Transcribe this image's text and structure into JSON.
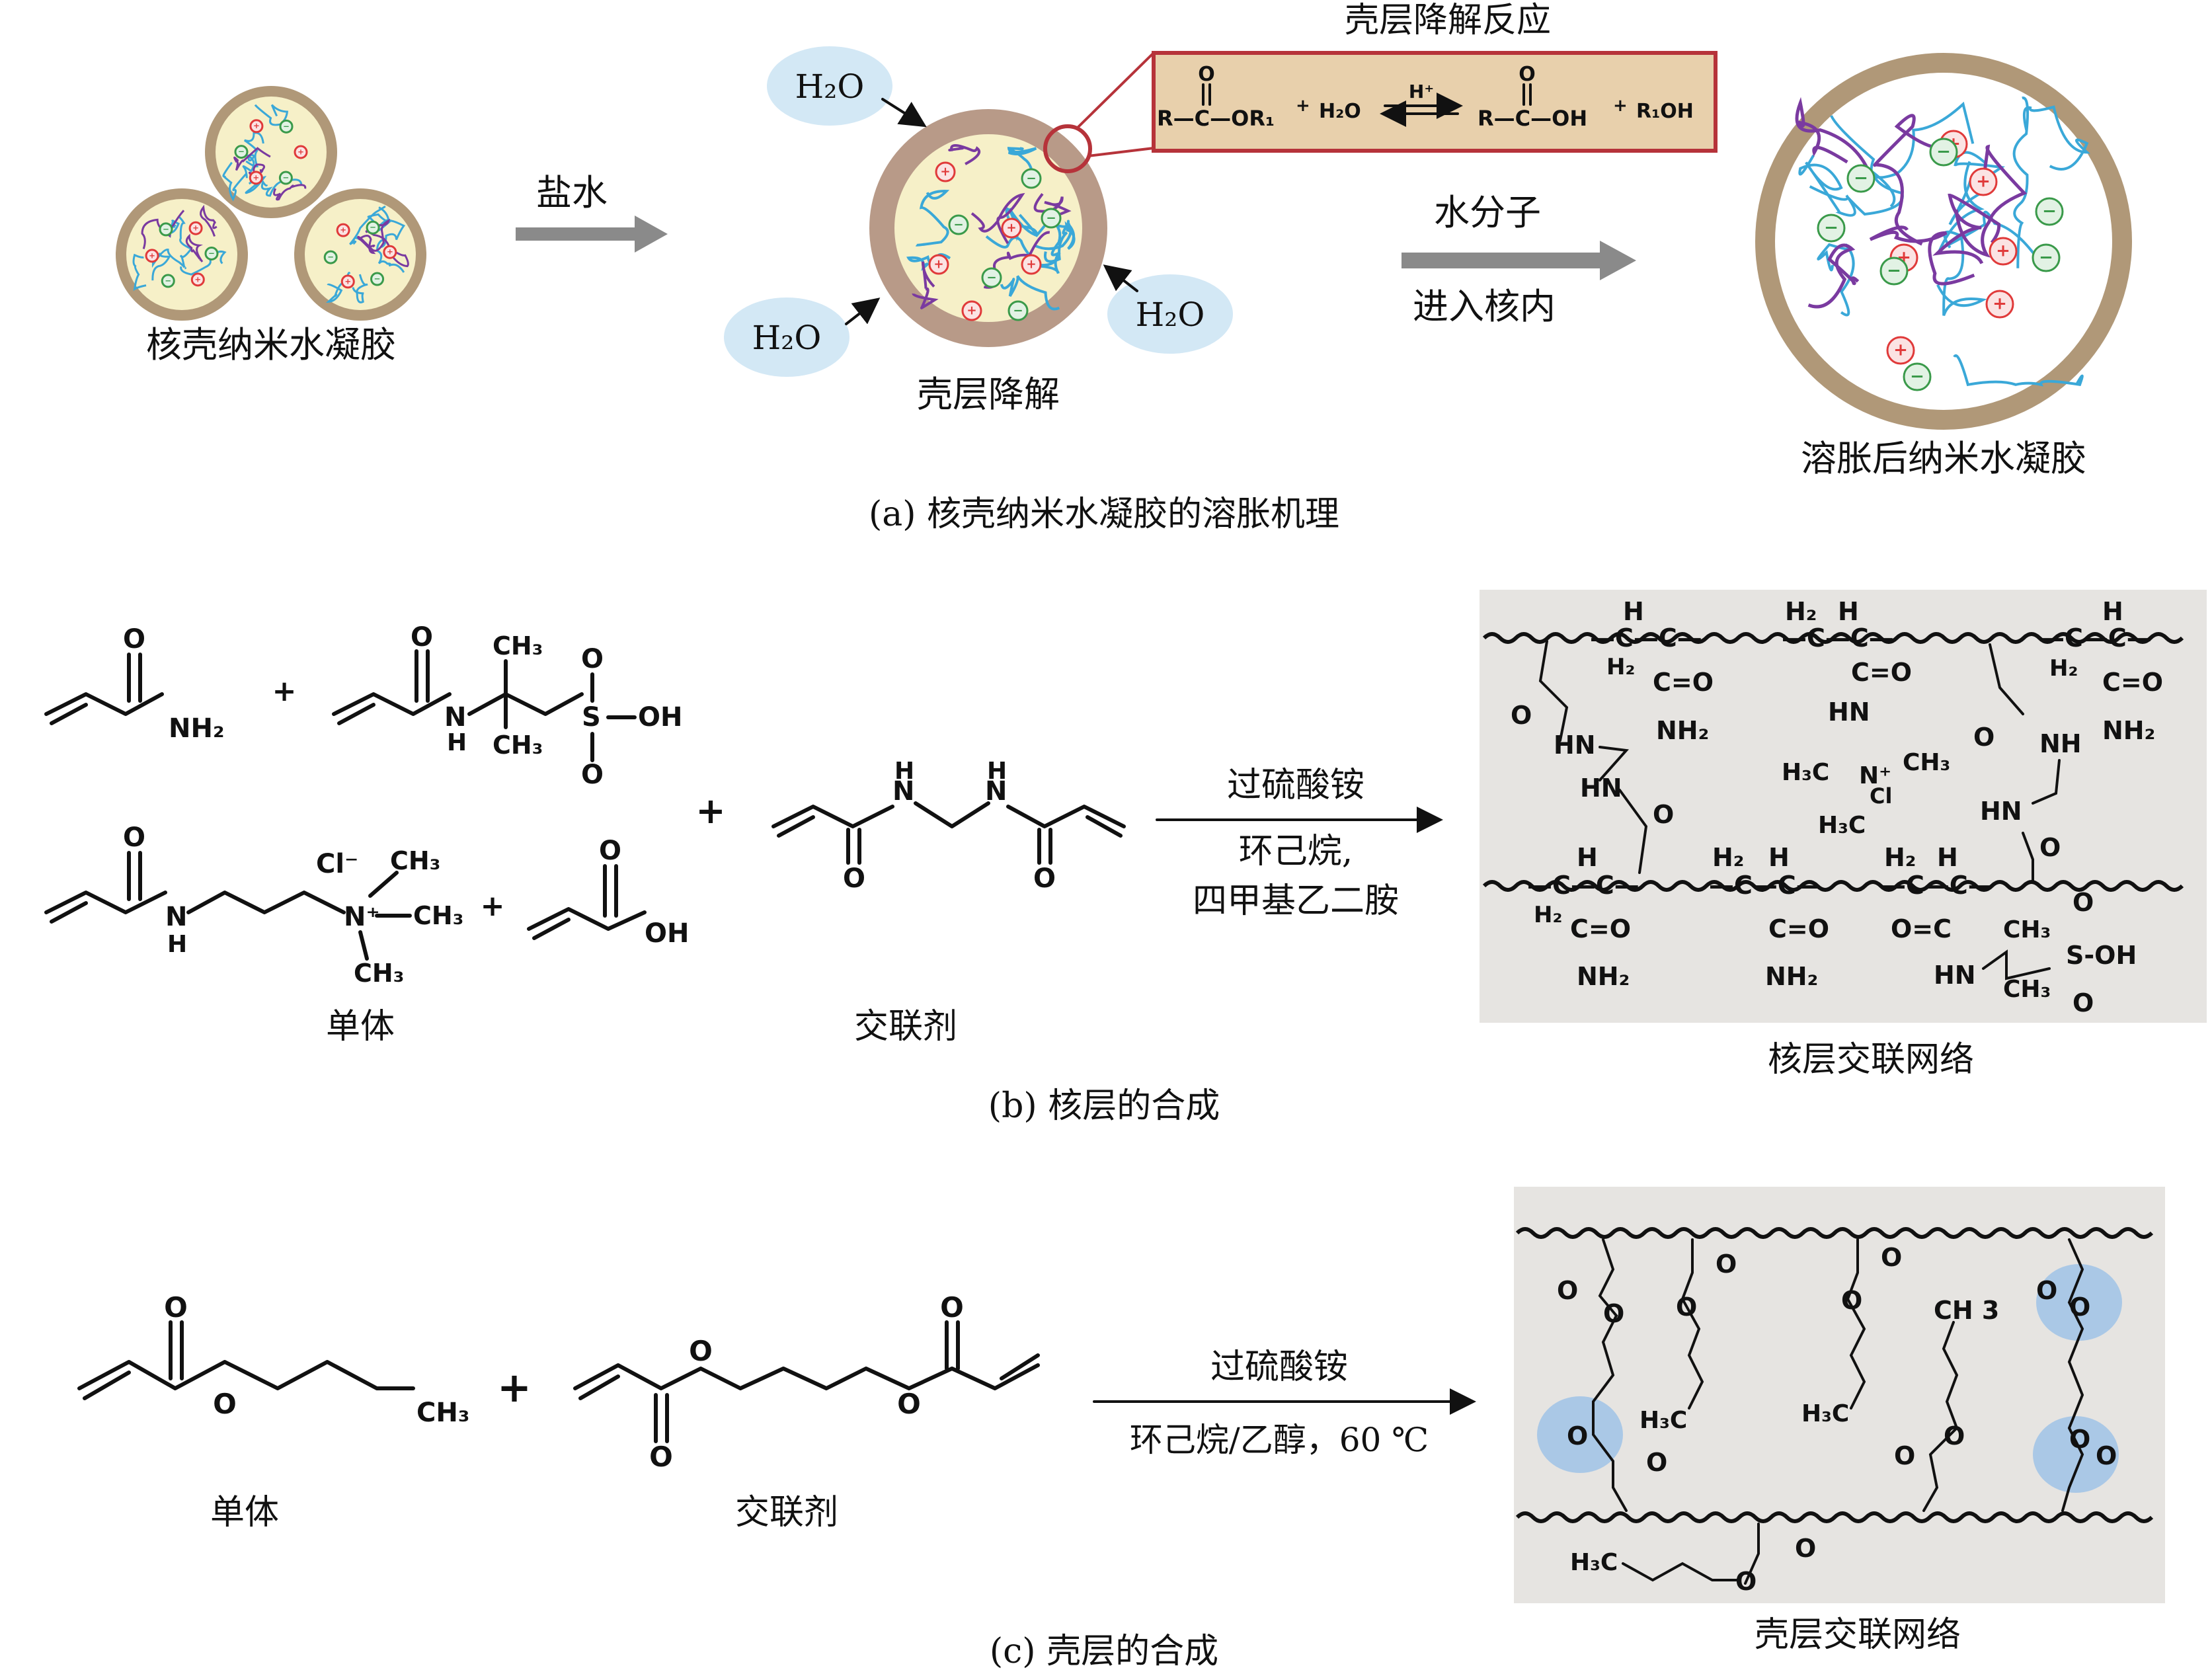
{
  "panel_a": {
    "caption": "(a) 核壳纳米水凝胶的溶胀机理",
    "core_shell_label": "核壳纳米水凝胶",
    "arrow1_label": "盐水",
    "water_labels": [
      "H₂O",
      "H₂O",
      "H₂O"
    ],
    "degradation_label": "壳层降解",
    "reaction_title": "壳层降解反应",
    "reaction": {
      "reactant1": "R—C—OR₁",
      "plus1": "+",
      "water": "H₂O",
      "catalyst": "H⁺",
      "product1": "R—C—OH",
      "plus2": "+",
      "product2": "R₁OH",
      "carbonyl_o": "O"
    },
    "arrow2_label_top": "水分子",
    "arrow2_label_bottom": "进入核内",
    "swollen_label": "溶胀后纳米水凝胶"
  },
  "panel_b": {
    "caption": "(b) 核层的合成",
    "monomer_label": "单体",
    "crosslinker_label": "交联剂",
    "plus": "+",
    "arrow_top": "过硫酸铵",
    "arrow_bottom_line1": "环己烷,",
    "arrow_bottom_line2": "四甲基乙二胺",
    "network_label": "核层交联网络",
    "atoms": {
      "O": "O",
      "NH2": "NH₂",
      "N": "N",
      "H": "H",
      "CH3": "CH₃",
      "S": "S",
      "OH": "OH",
      "Cl": "Cl⁻",
      "Nplus": "N⁺",
      "H3C": "H₃C",
      "HN": "HN",
      "NH": "NH",
      "C": "C",
      "H2": "H₂",
      "CO": "C=O",
      "OC": "O=C",
      "CH": "—C—C—",
      "SOH": "S-OH",
      "Clr": "Cl"
    }
  },
  "panel_c": {
    "caption": "(c) 壳层的合成",
    "monomer_label": "单体",
    "crosslinker_label": "交联剂",
    "plus": "+",
    "arrow_top": "过硫酸铵",
    "arrow_bottom": "环己烷/乙醇，60 ℃",
    "network_label": "壳层交联网络",
    "atoms": {
      "O": "O",
      "CH3": "CH₃",
      "H3C": "H₃C",
      "CH3s": "CH 3"
    }
  },
  "colors": {
    "shell": "#b09878",
    "core_fill": "#f6f0c8",
    "water_bubble": "#d3e8f5",
    "reaction_box_fill": "#e8d0ac",
    "reaction_box_border": "#b6333a",
    "network_bg": "#e6e4e1",
    "arrow_gray": "#8a8a8a",
    "positive": "#e03a3a",
    "negative": "#3a9a4a",
    "chain_blue": "#3aa8d8",
    "chain_purple": "#7a3aa0",
    "ester_highlight": "#aac8e6"
  }
}
